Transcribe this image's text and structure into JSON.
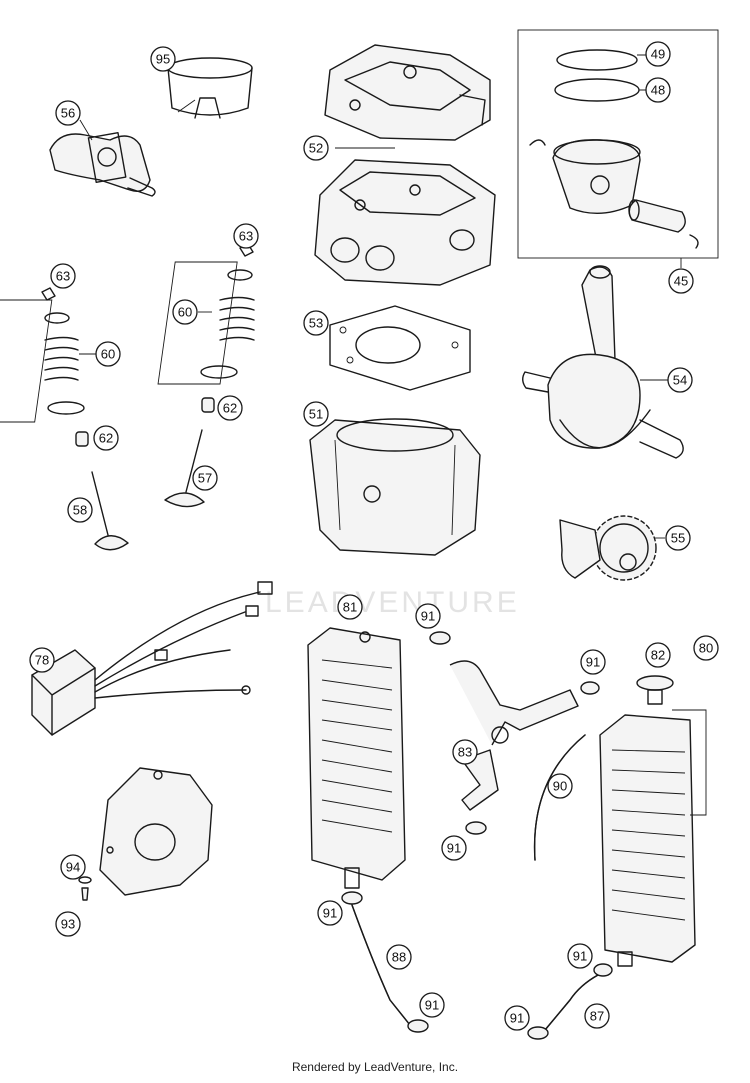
{
  "watermark": "LEADVENTURE",
  "footer": "Rendered by LeadVenture, Inc.",
  "callouts": [
    "95",
    "56",
    "52",
    "49",
    "48",
    "45",
    "63",
    "63",
    "60",
    "60",
    "62",
    "62",
    "57",
    "58",
    "53",
    "51",
    "54",
    "55",
    "81",
    "91",
    "91",
    "82",
    "80",
    "78",
    "83",
    "90",
    "91",
    "94",
    "93",
    "91",
    "88",
    "91",
    "91",
    "87"
  ]
}
